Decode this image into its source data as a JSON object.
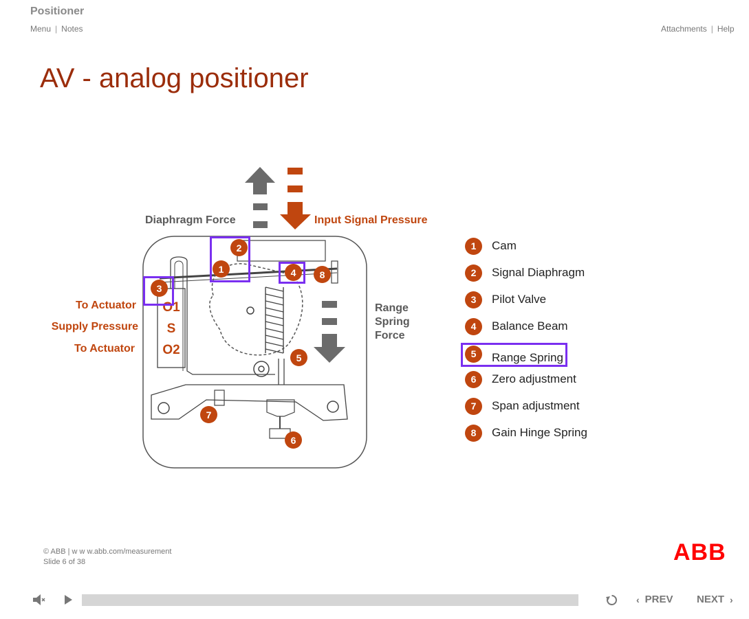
{
  "header": {
    "course_title": "Positioner",
    "left_links": [
      "Menu",
      "Notes"
    ],
    "right_links": [
      "Attachments",
      "Help"
    ]
  },
  "slide": {
    "title": "AV - analog positioner",
    "diagram": {
      "diaphragm_force_label": "Diaphragm Force",
      "input_signal_label": "Input Signal Pressure",
      "range_spring_force_label": [
        "Range",
        "Spring",
        "Force"
      ],
      "ports": [
        {
          "label": "To Actuator",
          "code": "O1"
        },
        {
          "label": "Supply Pressure",
          "code": "S"
        },
        {
          "label": "To Actuator",
          "code": "O2"
        }
      ],
      "markers": [
        "1",
        "2",
        "3",
        "4",
        "5",
        "6",
        "7",
        "8"
      ]
    },
    "legend": [
      {
        "num": "1",
        "text": "Cam"
      },
      {
        "num": "2",
        "text": "Signal Diaphragm"
      },
      {
        "num": "3",
        "text": "Pilot Valve"
      },
      {
        "num": "4",
        "text": "Balance Beam"
      },
      {
        "num": "5",
        "text": "Range Spring"
      },
      {
        "num": "6",
        "text": "Zero adjustment"
      },
      {
        "num": "7",
        "text": "Span adjustment"
      },
      {
        "num": "8",
        "text": "Gain Hinge Spring"
      }
    ],
    "colors": {
      "accent": "#c0460f",
      "title": "#9b2d0b",
      "highlight": "#7a2ff0",
      "brand": "#ff0000"
    }
  },
  "footer": {
    "copyright": "© ABB | w w w.abb.com/measurement",
    "slide_counter": "Slide 6 of 38",
    "logo_text": "ABB"
  },
  "player": {
    "prev_label": "PREV",
    "next_label": "NEXT",
    "progress": 0
  }
}
